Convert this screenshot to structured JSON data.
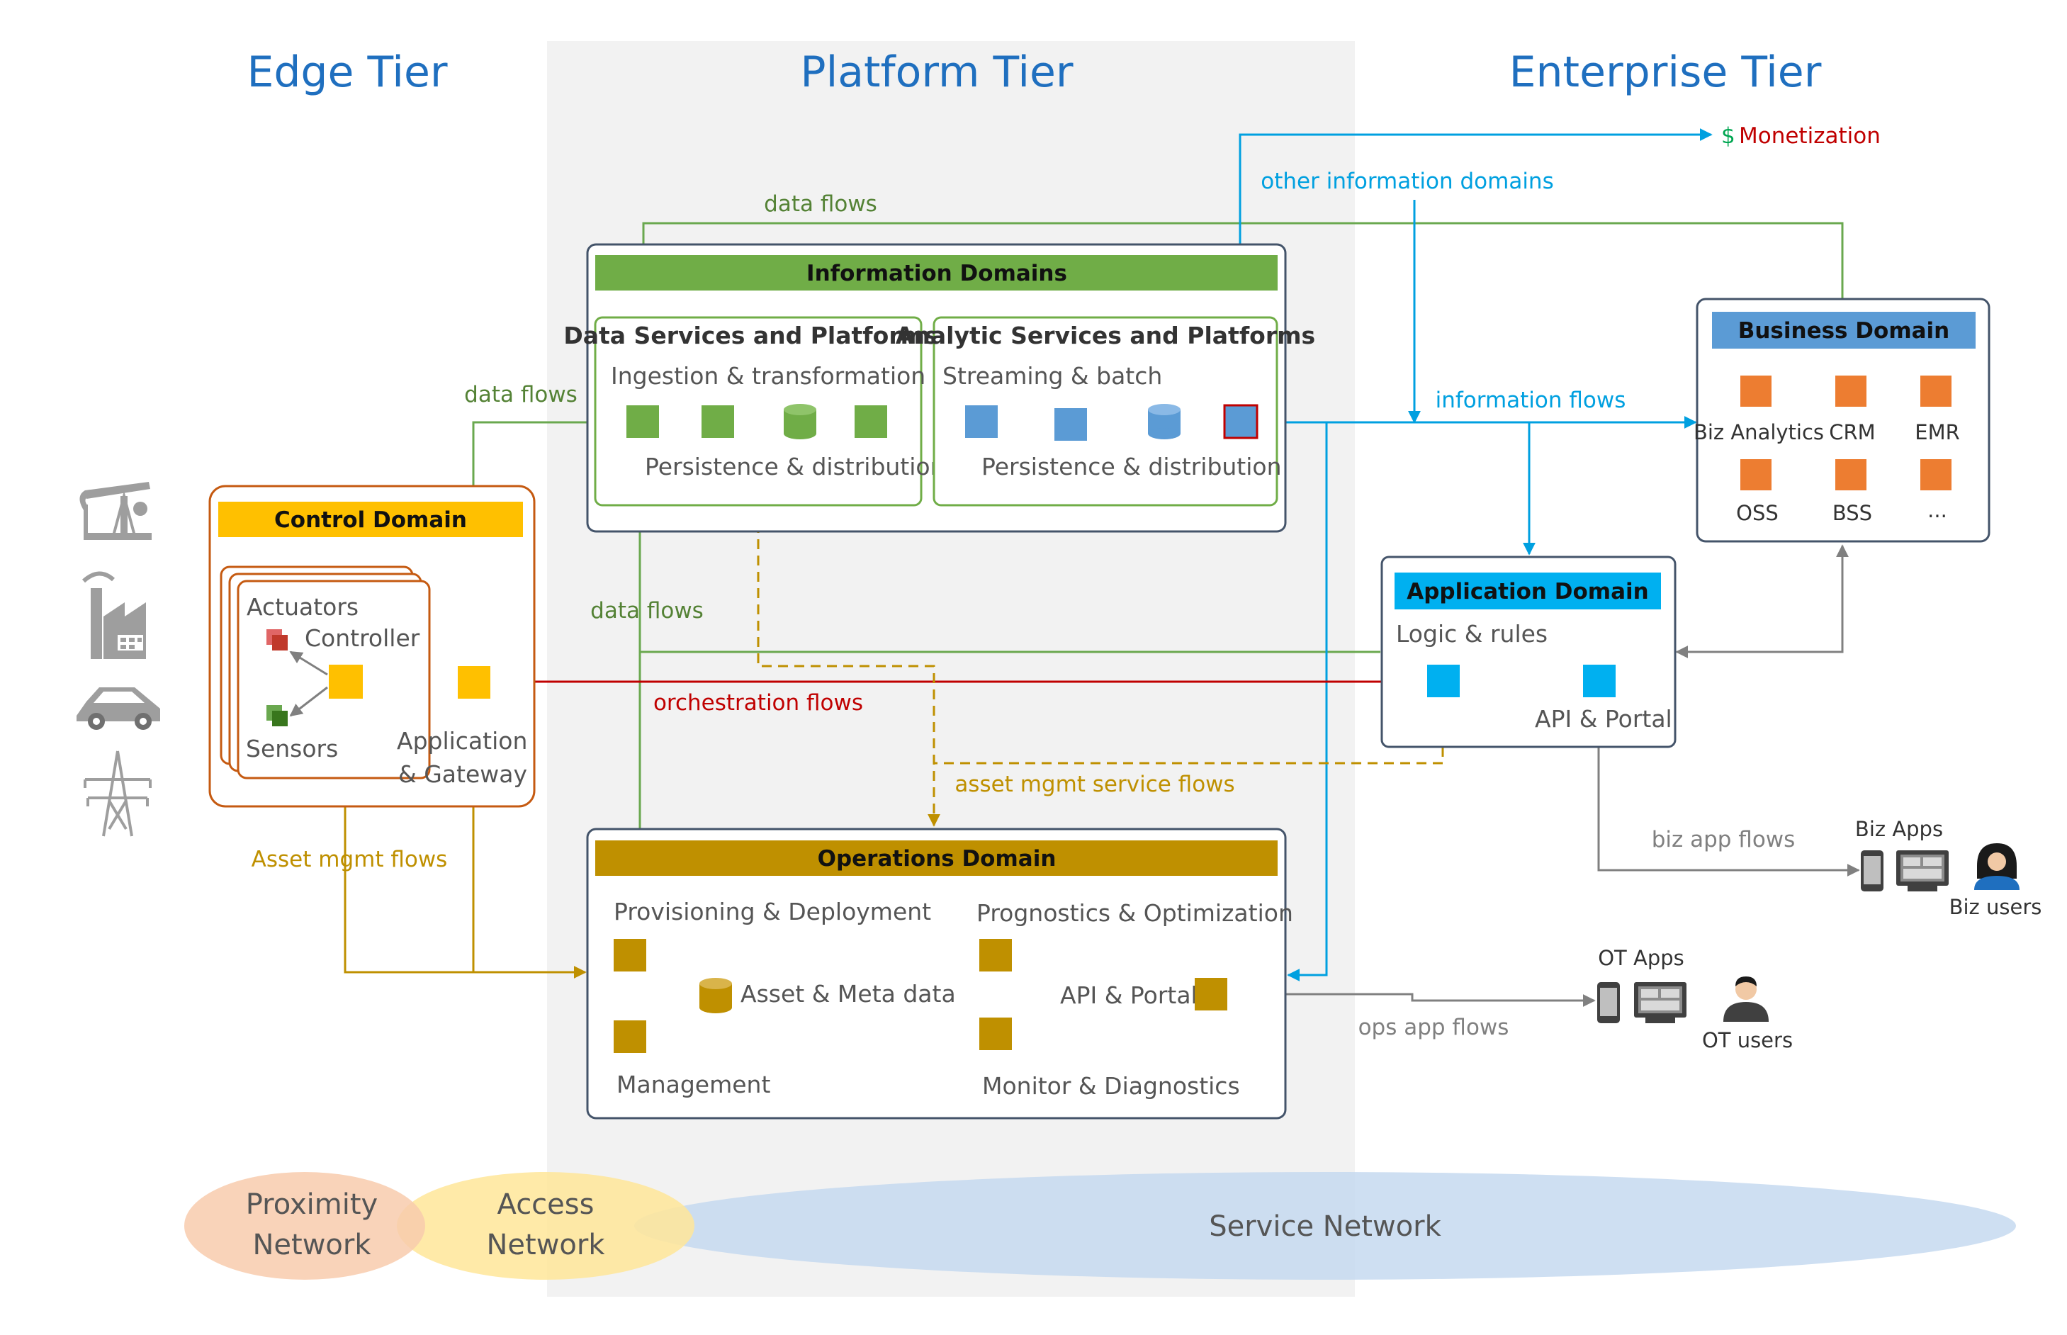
{
  "tiers": {
    "edge": "Edge Tier",
    "platform": "Platform Tier",
    "enterprise": "Enterprise Tier"
  },
  "information_domains": {
    "title": "Information Domains",
    "data_services": {
      "title": "Data Services and Platforms",
      "top": "Ingestion & transformation",
      "bottom": "Persistence & distribution"
    },
    "analytic_services": {
      "title": "Analytic Services and Platforms",
      "top": "Streaming & batch",
      "bottom": "Persistence & distribution"
    }
  },
  "control_domain": {
    "title": "Control Domain",
    "actuators": "Actuators",
    "controller": "Controller",
    "sensors": "Sensors",
    "gateway_line1": "Application",
    "gateway_line2": "& Gateway"
  },
  "business_domain": {
    "title": "Business Domain",
    "items": [
      "Biz Analytics",
      "CRM",
      "EMR",
      "OSS",
      "BSS",
      "..."
    ]
  },
  "application_domain": {
    "title": "Application Domain",
    "logic": "Logic & rules",
    "api": "API & Portal"
  },
  "operations_domain": {
    "title": "Operations Domain",
    "provisioning": "Provisioning & Deployment",
    "prognostics": "Prognostics & Optimization",
    "asset_meta": "Asset & Meta data",
    "api": "API & Portal",
    "management": "Management",
    "monitor": "Monitor & Diagnostics"
  },
  "flows": {
    "data_flows_top": "data flows",
    "data_flows_left": "data flows",
    "data_flows_mid": "data flows",
    "other_info": "other information domains",
    "monetization_symbol": "$",
    "monetization": "Monetization",
    "information_flows": "information flows",
    "orchestration": "orchestration flows",
    "asset_mgmt_service": "asset mgmt service flows",
    "asset_mgmt": "Asset mgmt flows",
    "biz_app_flows": "biz app flows",
    "ops_app_flows": "ops app flows"
  },
  "apps": {
    "biz_apps": "Biz Apps",
    "biz_users": "Biz users",
    "ot_apps": "OT Apps",
    "ot_users": "OT users"
  },
  "networks": {
    "proximity_line1": "Proximity",
    "proximity_line2": "Network",
    "access_line1": "Access",
    "access_line2": "Network",
    "service": "Service Network"
  },
  "edge_icons": [
    "oil-pump-icon",
    "factory-icon",
    "car-icon",
    "power-tower-icon"
  ],
  "colors": {
    "tier_blue": "#1f6fbf",
    "info_green": "#6aa84f",
    "analytic_blue": "#5b9bd5",
    "control_yellow": "#ffc000",
    "business_blue": "#5b9bd5",
    "business_orange": "#ed7d31",
    "app_cyan": "#00b0f0",
    "ops_gold": "#bf9000",
    "flow_green": "#548235",
    "flow_cyan": "#00a0e0",
    "flow_red": "#c00000",
    "flow_gold": "#bf9000",
    "platform_band": "#f2f2f2"
  }
}
